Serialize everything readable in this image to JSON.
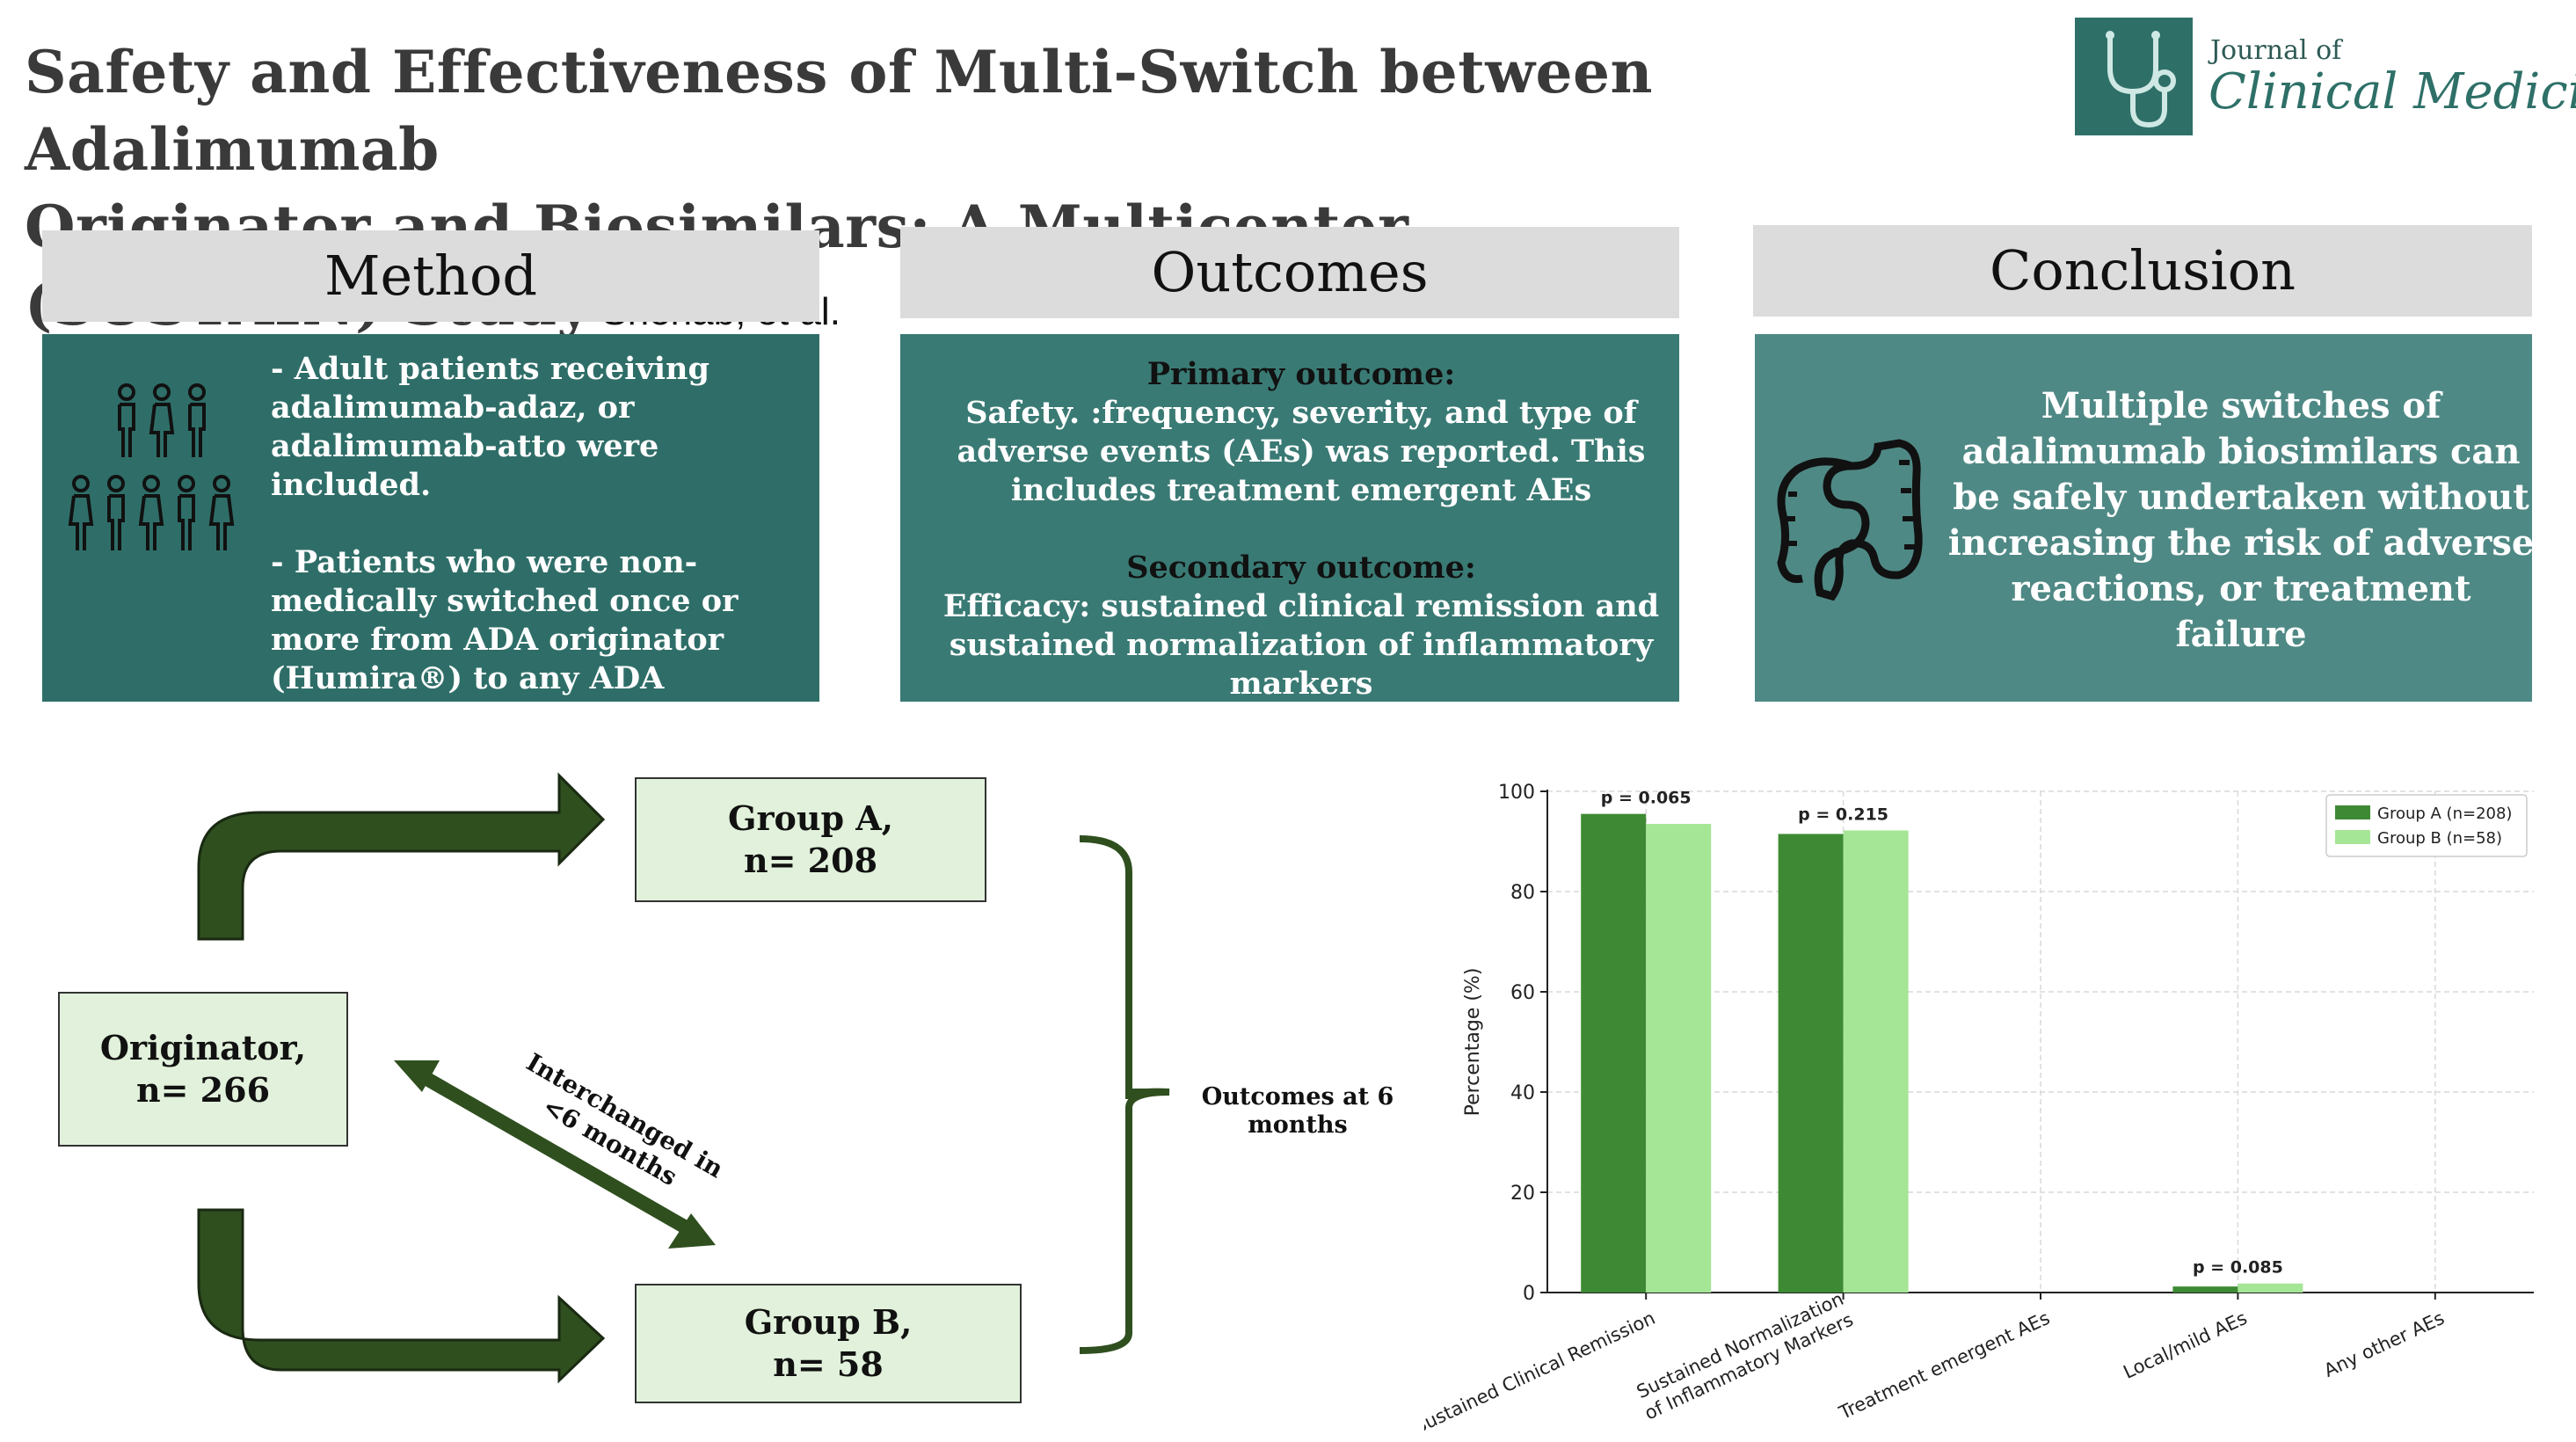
{
  "title_line1": "Safety and Effectiveness of Multi-Switch between Adalimumab",
  "title_line2": "Originator and Biosimilars: A Multicenter (SUSTAIN) Study",
  "authors": "Shehab, et al.",
  "journal": {
    "line1": "Journal of",
    "line2": "Clinical Medicine",
    "brand_color": "#2e7068"
  },
  "sections": {
    "method": {
      "header": "Method",
      "bullet1": "- Adult patients receiving adalimumab-adaz, or adalimumab-atto were included.",
      "bullet2": "- Patients who were non-medically switched once or more from ADA originator (Humira®) to any ADA biosimilar.",
      "icon": "people-group-icon"
    },
    "outcomes": {
      "header": "Outcomes",
      "primary_title": "Primary outcome:",
      "primary_text": "Safety. :frequency, severity, and type of adverse events (AEs) was reported. This includes treatment emergent AEs",
      "secondary_title": "Secondary outcome:",
      "secondary_text": "Efficacy: sustained clinical remission and sustained normalization of inflammatory markers"
    },
    "conclusion": {
      "header": "Conclusion",
      "text": "Multiple switches of adalimumab biosimilars can be safely undertaken without increasing the risk of adverse reactions, or treatment failure",
      "icon": "intestine-icon"
    }
  },
  "flow": {
    "originator": {
      "line1": "Originator,",
      "line2": "n= 266"
    },
    "group_a": {
      "line1": "Group A,",
      "line2": "n= 208"
    },
    "group_b": {
      "line1": "Group B,",
      "line2": "n= 58"
    },
    "interchanged_line1": "Interchanged in",
    "interchanged_line2": "<6 months",
    "outcomes_line1": "Outcomes at 6",
    "outcomes_line2": "months",
    "arrow_color": "#2f4f1f"
  },
  "chart_data": {
    "type": "bar",
    "categories": [
      "Sustained Clinical Remission",
      "Sustained Normalization of Inflammatory Markers",
      "Treatment emergent AEs",
      "Local/mild AEs",
      "Any other AEs"
    ],
    "category_lines": [
      [
        "Sustained Clinical Remission"
      ],
      [
        "Sustained Normalization",
        "of Inflammatory Markers"
      ],
      [
        "Treatment emergent AEs"
      ],
      [
        "Local/mild AEs"
      ],
      [
        "Any other AEs"
      ]
    ],
    "series": [
      {
        "name": "Group A (n=208)",
        "values": [
          95.5,
          91.5,
          0,
          1.2,
          0
        ],
        "color": "#3e8a34"
      },
      {
        "name": "Group B (n=58)",
        "values": [
          93.5,
          92.2,
          0,
          1.8,
          0
        ],
        "color": "#a5e696"
      }
    ],
    "annotations": [
      "p = 0.065",
      "p = 0.215",
      "",
      "p = 0.085",
      ""
    ],
    "ylabel": "Percentage (%)",
    "ylim": [
      0,
      100
    ],
    "yticks": [
      0,
      20,
      40,
      60,
      80,
      100
    ],
    "grid": true,
    "legend_position": "top-right"
  }
}
